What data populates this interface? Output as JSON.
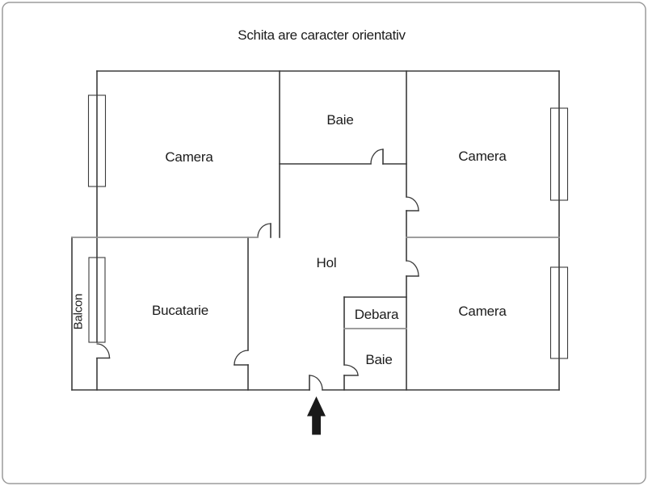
{
  "title": "Schita are caracter orientativ",
  "labels": {
    "camera_tl": "Camera",
    "baie_top": "Baie",
    "camera_tr": "Camera",
    "hol": "Hol",
    "bucatarie": "Bucatarie",
    "balcon": "Balcon",
    "debara": "Debara",
    "baie_bottom": "Baie",
    "camera_br": "Camera"
  },
  "colors": {
    "wall": "#3b3b3b",
    "wall_light": "#8f8f8f",
    "text": "#1c1c1c",
    "arrow": "#1a1a1a",
    "border": "#9b9b9b",
    "background": "#ffffff"
  }
}
